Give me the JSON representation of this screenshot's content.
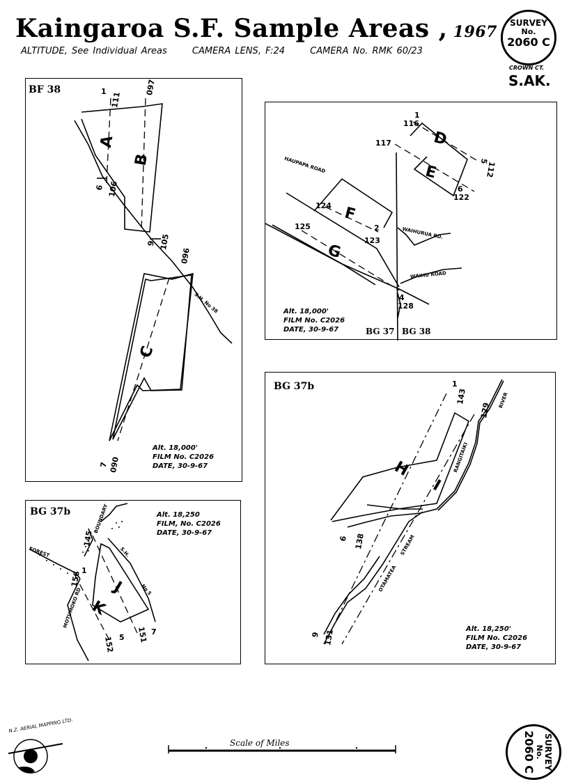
{
  "header": {
    "title": "Kaingaroa S.F. Sample Areas ,",
    "year": "1967",
    "altitude": "ALTITUDE, See Individual Areas",
    "lens": "CAMERA LENS, F:24",
    "camera": "CAMERA No. RMK 60/23"
  },
  "stamp_top": {
    "l1": "SURVEY",
    "l2": "No.",
    "l3": "2060 C",
    "crown": "CROWN CT.",
    "sak": "S.AK."
  },
  "stamp_bottom": {
    "l1": "SURVEY",
    "l2": "No.",
    "l3": "2060 C"
  },
  "panels": {
    "bf38": {
      "label": "BF 38",
      "alt": "Alt. 18,000'",
      "film": "FILM No. C2026",
      "date": "DATE, 30-9-67",
      "areas": [
        "A",
        "B",
        "C"
      ],
      "marks": [
        "1",
        "111",
        "097",
        "6",
        "106",
        "9",
        "105",
        "096",
        "7",
        "090"
      ],
      "road": "S.H. No 38"
    },
    "bg37_38": {
      "label_left": "BG 37",
      "label_right": "BG 38",
      "alt": "Alt. 18,000'",
      "film": "FILM No. C2026",
      "date": "DATE, 30-9-67",
      "areas": [
        "D",
        "E",
        "F",
        "G"
      ],
      "marks": [
        "1",
        "116",
        "117",
        "5",
        "112",
        "6",
        "122",
        "124",
        "2",
        "123",
        "125",
        "4",
        "128"
      ],
      "roads": [
        "HAUPAPA ROAD",
        "WAIHURUA RD.",
        "WAIHU ROAD"
      ]
    },
    "bg37b_small": {
      "label": "BG 37b",
      "alt": "Alt. 18,250",
      "film": "FILM, No. C2026",
      "date": "DATE, 30-9-67",
      "areas": [
        "J",
        "K"
      ],
      "marks": [
        "145",
        "1",
        "156",
        "5",
        "152",
        "151",
        "7"
      ],
      "labels": [
        "BOUNDARY",
        "FOREST",
        "S.H.",
        "No 5",
        "MOTUMOKO RD"
      ]
    },
    "bg37b_large": {
      "label": "BG 37b",
      "alt": "Alt. 18,250'",
      "film": "FILM No. C2026",
      "date": "DATE, 30-9-67",
      "areas": [
        "H",
        "I"
      ],
      "marks": [
        "1",
        "143",
        "129",
        "6",
        "138",
        "9",
        "131"
      ],
      "labels": [
        "RANGITAIKI",
        "RIVER",
        "OTAMATEA",
        "STREAM"
      ]
    }
  },
  "scale": {
    "label": "Scale of Miles"
  },
  "logo": {
    "text": "N.Z. AERIAL MAPPING LTD."
  }
}
